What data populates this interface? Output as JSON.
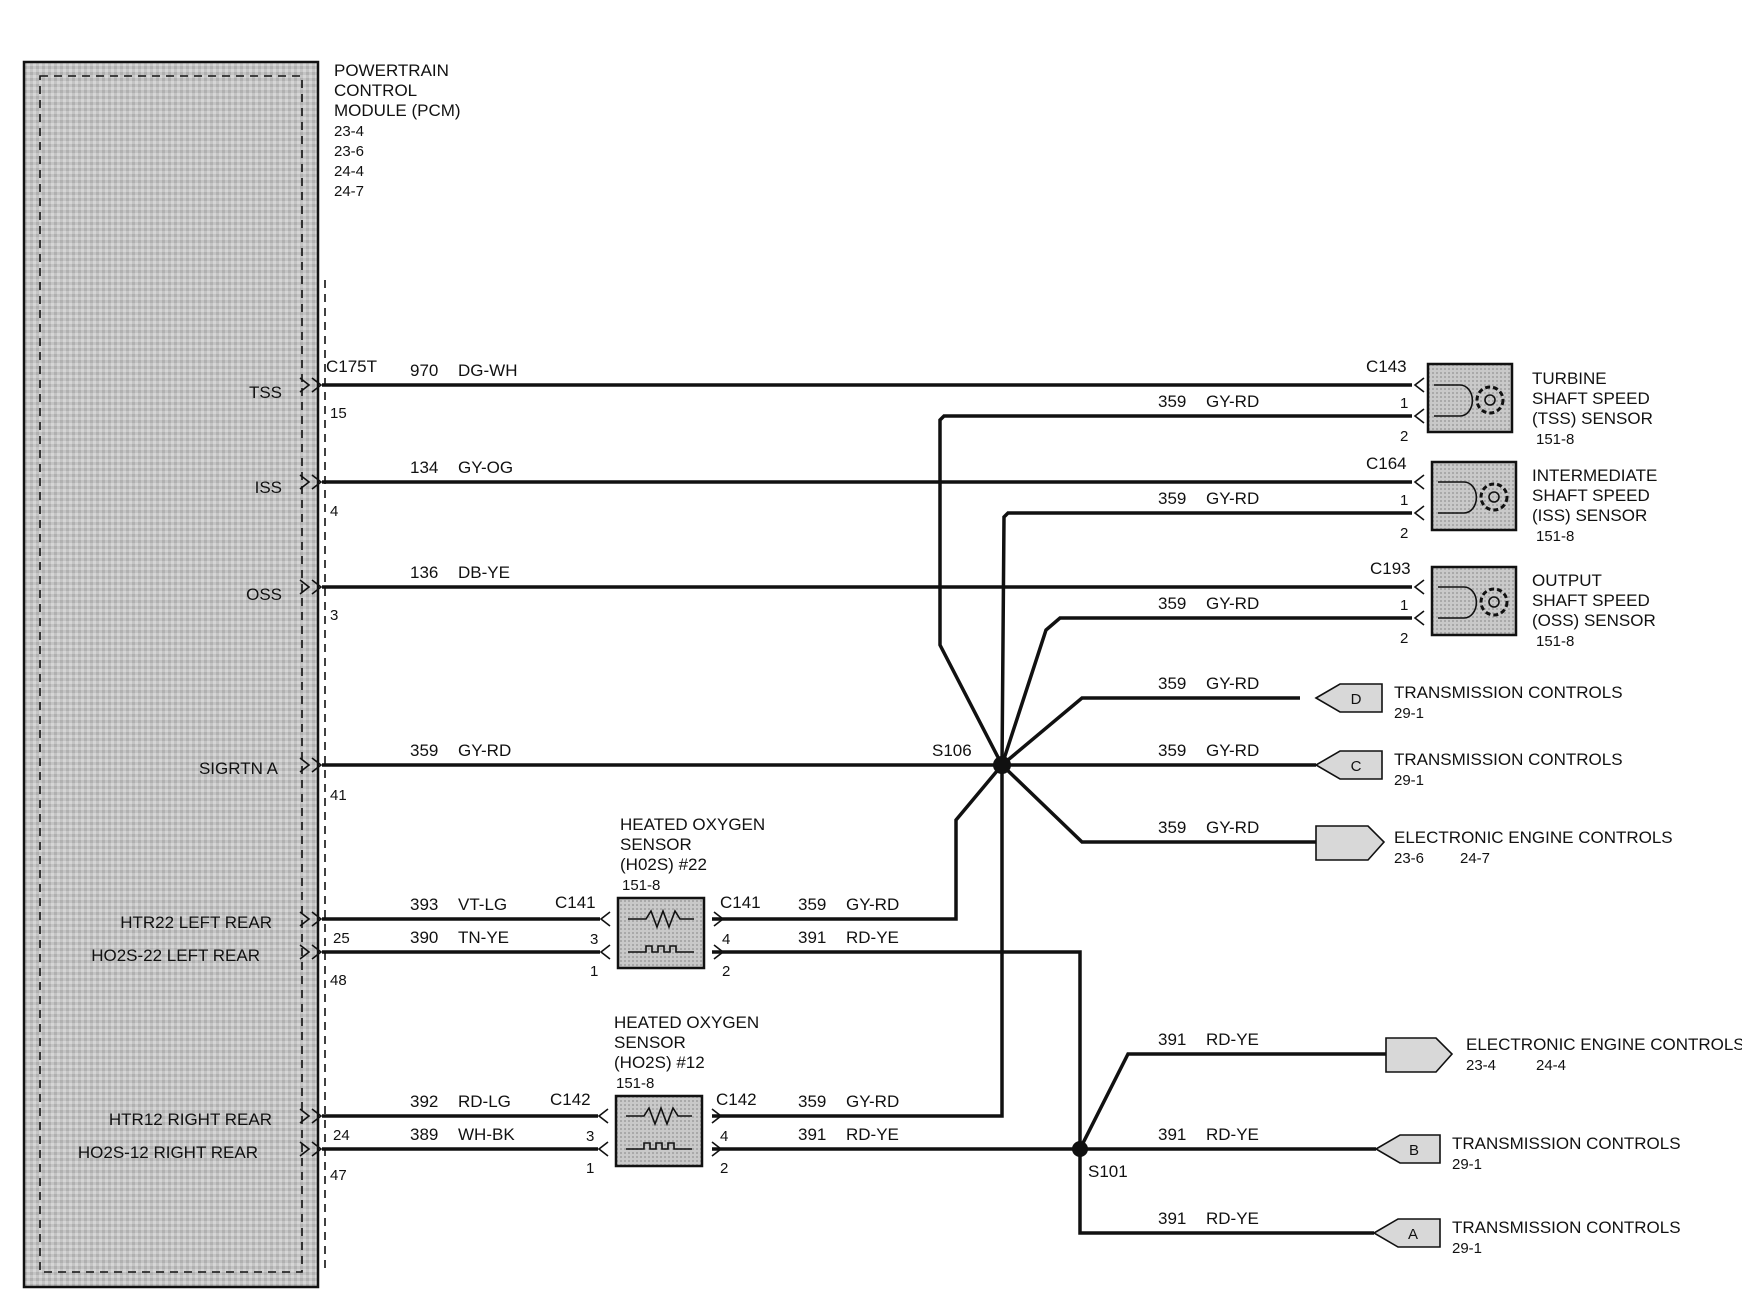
{
  "pcm": {
    "title_l1": "POWERTRAIN",
    "title_l2": "CONTROL",
    "title_l3": "MODULE (PCM)",
    "refs": [
      "23-4",
      "23-6",
      "24-4",
      "24-7"
    ],
    "connector": "C175T",
    "pins": [
      {
        "name": "TSS",
        "pin": "15"
      },
      {
        "name": "ISS",
        "pin": "4"
      },
      {
        "name": "OSS",
        "pin": "3"
      },
      {
        "name": "SIGRTN A",
        "pin": "41"
      },
      {
        "name": "HTR22 LEFT REAR",
        "pin": "25"
      },
      {
        "name": "HO2S-22 LEFT REAR",
        "pin": "48"
      },
      {
        "name": "HTR12 RIGHT REAR",
        "pin": "24"
      },
      {
        "name": "HO2S-12 RIGHT REAR",
        "pin": "47"
      }
    ]
  },
  "wires": [
    {
      "circuit": "970",
      "color": "DG-WH"
    },
    {
      "circuit": "134",
      "color": "GY-OG"
    },
    {
      "circuit": "136",
      "color": "DB-YE"
    },
    {
      "circuit": "359",
      "color": "GY-RD"
    },
    {
      "circuit": "393",
      "color": "VT-LG"
    },
    {
      "circuit": "390",
      "color": "TN-YE"
    },
    {
      "circuit": "392",
      "color": "RD-LG"
    },
    {
      "circuit": "389",
      "color": "WH-BK"
    }
  ],
  "sensor_returns": [
    {
      "circuit": "359",
      "color": "GY-RD"
    },
    {
      "circuit": "359",
      "color": "GY-RD"
    },
    {
      "circuit": "359",
      "color": "GY-RD"
    }
  ],
  "sensors": [
    {
      "connector": "C143",
      "l1": "TURBINE",
      "l2": "SHAFT SPEED",
      "l3": "(TSS) SENSOR",
      "ref": "151-8",
      "pin_a": "1",
      "pin_b": "2"
    },
    {
      "connector": "C164",
      "l1": "INTERMEDIATE",
      "l2": "SHAFT SPEED",
      "l3": "(ISS) SENSOR",
      "ref": "151-8",
      "pin_a": "1",
      "pin_b": "2"
    },
    {
      "connector": "C193",
      "l1": "OUTPUT",
      "l2": "SHAFT SPEED",
      "l3": "(OSS) SENSOR",
      "ref": "151-8",
      "pin_a": "1",
      "pin_b": "2"
    }
  ],
  "splices": {
    "s106": "S106",
    "s101": "S101"
  },
  "s106_branches": [
    {
      "circuit": "359",
      "color": "GY-RD",
      "letter": "D",
      "title": "TRANSMISSION CONTROLS",
      "ref": "29-1"
    },
    {
      "circuit": "359",
      "color": "GY-RD",
      "letter": "C",
      "title": "TRANSMISSION CONTROLS",
      "ref": "29-1"
    },
    {
      "circuit": "359",
      "color": "GY-RD",
      "letter": "",
      "title": "ELECTRONIC ENGINE CONTROLS",
      "ref": "23-6",
      "ref2": "24-7"
    }
  ],
  "s101_branches": [
    {
      "circuit": "391",
      "color": "RD-YE",
      "letter": "",
      "title": "ELECTRONIC ENGINE CONTROLS",
      "ref": "23-4",
      "ref2": "24-4"
    },
    {
      "circuit": "391",
      "color": "RD-YE",
      "letter": "B",
      "title": "TRANSMISSION CONTROLS",
      "ref": "29-1"
    },
    {
      "circuit": "391",
      "color": "RD-YE",
      "letter": "A",
      "title": "TRANSMISSION CONTROLS",
      "ref": "29-1"
    }
  ],
  "ho2s": [
    {
      "l1": "HEATED OXYGEN",
      "l2": "SENSOR",
      "l3": "(H02S) #22",
      "ref": "151-8",
      "conn_in": "C141",
      "conn_out": "C141",
      "pin3": "3",
      "pin1": "1",
      "pin4": "4",
      "pin2": "2",
      "out_top": {
        "circuit": "359",
        "color": "GY-RD"
      },
      "out_bot": {
        "circuit": "391",
        "color": "RD-YE"
      }
    },
    {
      "l1": "HEATED OXYGEN",
      "l2": "SENSOR",
      "l3": "(HO2S) #12",
      "ref": "151-8",
      "conn_in": "C142",
      "conn_out": "C142",
      "pin3": "3",
      "pin1": "1",
      "pin4": "4",
      "pin2": "2",
      "out_top": {
        "circuit": "359",
        "color": "GY-RD"
      },
      "out_bot": {
        "circuit": "391",
        "color": "RD-YE"
      }
    }
  ]
}
